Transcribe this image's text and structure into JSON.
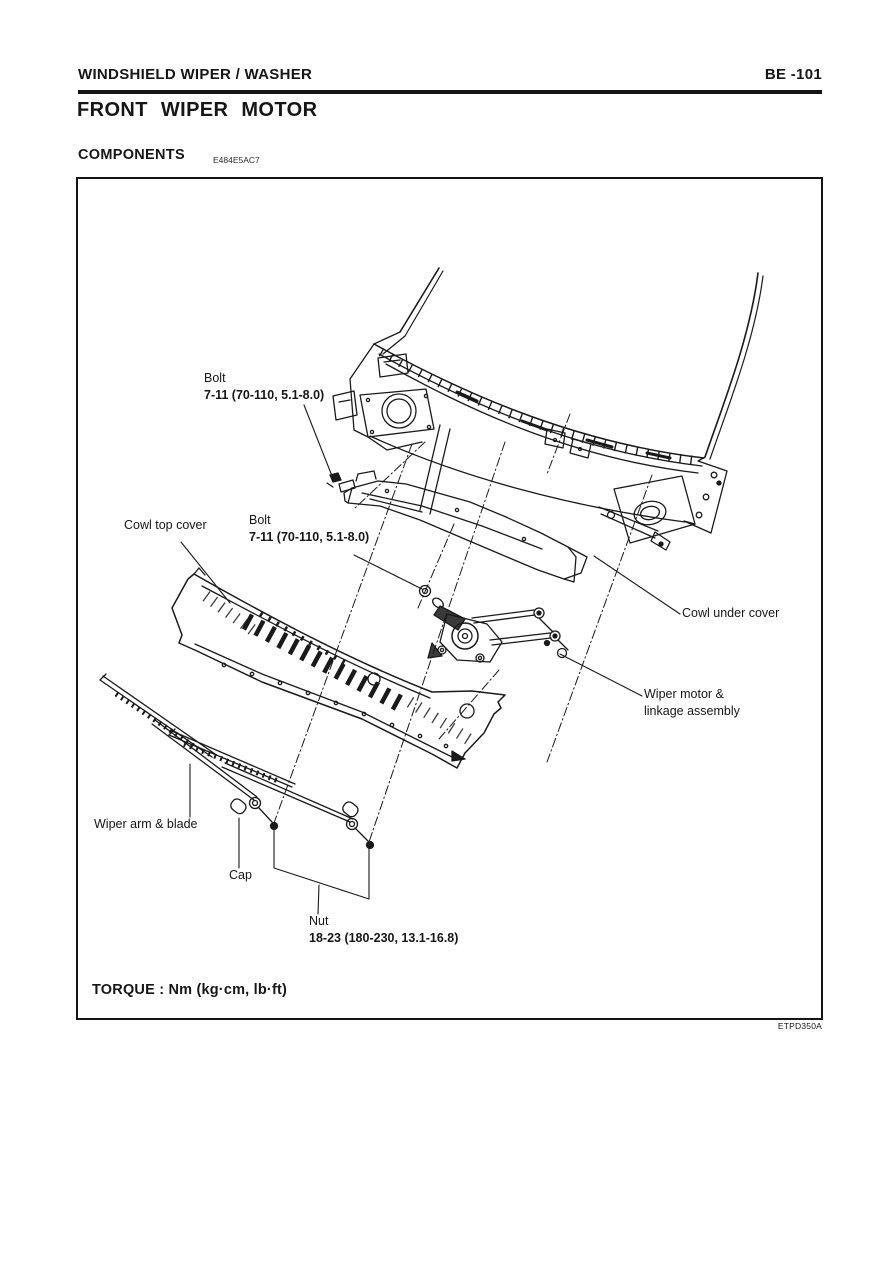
{
  "colors": {
    "ink": "#161616",
    "paper": "#ffffff"
  },
  "header": {
    "left": "WINDSHIELD WIPER / WASHER",
    "right": "BE -101"
  },
  "title": "FRONT WIPER MOTOR",
  "components": {
    "heading": "COMPONENTS",
    "code": "E484E5AC7"
  },
  "figure": {
    "torque_note": "TORQUE : Nm (kg·cm, lb·ft)",
    "ref_code": "ETPD350A",
    "labels": {
      "bolt_upper": {
        "name": "Bolt",
        "spec": "7-11 (70-110, 5.1-8.0)"
      },
      "bolt_lower": {
        "name": "Bolt",
        "spec": "7-11 (70-110, 5.1-8.0)"
      },
      "cowl_top_cover": {
        "name": "Cowl top cover"
      },
      "cowl_under_cover": {
        "name": "Cowl under cover"
      },
      "wiper_motor": {
        "line1": "Wiper motor &",
        "line2": "linkage assembly"
      },
      "wiper_arm_blade": {
        "name": "Wiper arm & blade"
      },
      "cap": {
        "name": "Cap"
      },
      "nut": {
        "name": "Nut",
        "spec": "18-23 (180-230, 13.1-16.8)"
      }
    }
  }
}
